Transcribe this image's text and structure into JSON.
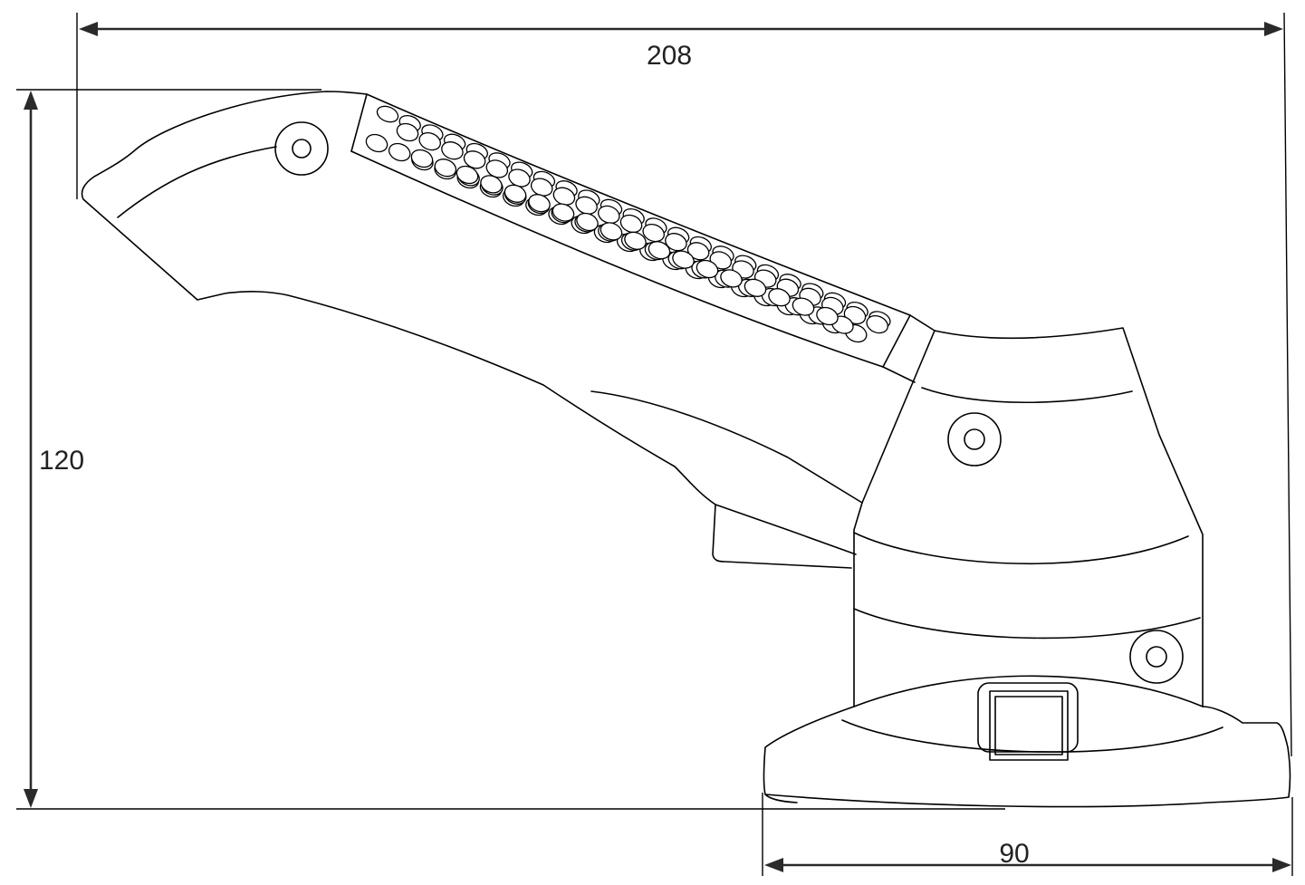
{
  "dimensions": {
    "overall_length": "208",
    "overall_height": "120",
    "base_width": "90"
  }
}
